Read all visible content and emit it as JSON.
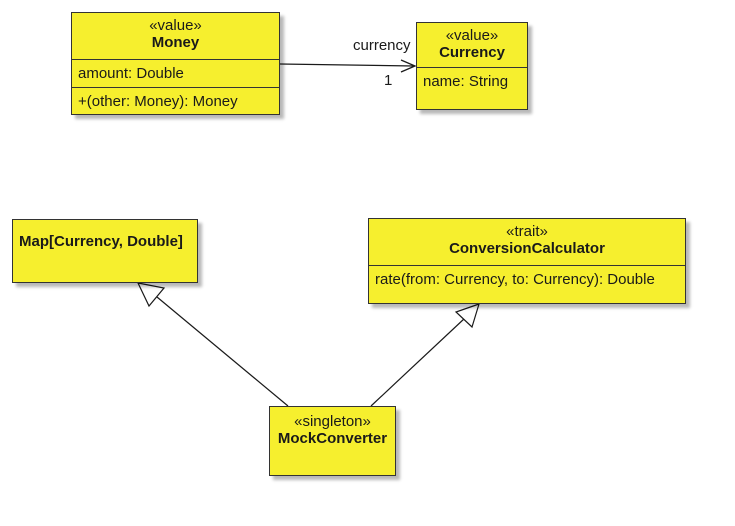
{
  "classes": {
    "money": {
      "stereotype": "«value»",
      "name": "Money",
      "attribute": "amount: Double",
      "operation": "+(other: Money): Money"
    },
    "currency": {
      "stereotype": "«value»",
      "name": "Currency",
      "attribute": "name: String"
    },
    "map": {
      "name": "Map[Currency, Double]"
    },
    "conversion_calculator": {
      "stereotype": "«trait»",
      "name": "ConversionCalculator",
      "operation": "rate(from: Currency, to: Currency): Double"
    },
    "mock_converter": {
      "stereotype": "«singleton»",
      "name": "MockConverter"
    }
  },
  "relations": {
    "money_currency": {
      "role": "currency",
      "multiplicity": "1"
    }
  },
  "colors": {
    "box_fill": "#f6ef2e",
    "line": "#1a1a1a"
  }
}
